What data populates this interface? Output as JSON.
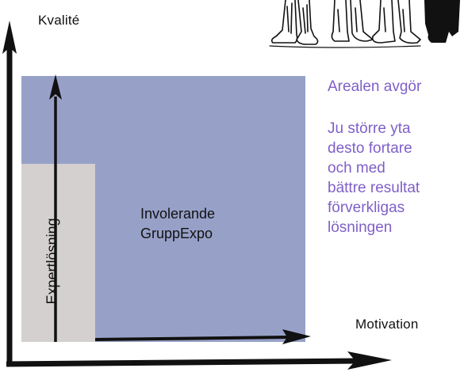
{
  "diagram": {
    "y_axis_label": "Kvalité",
    "x_axis_label": "Motivation",
    "expert_label": "Expertlösning",
    "group_label_lines": [
      "Involerande",
      "GruppExpo"
    ],
    "headline": "Arealen avgör",
    "body_lines": [
      "Ju större yta",
      "desto fortare",
      "och med",
      "bättre resultat",
      "förverkligas",
      "lösningen"
    ],
    "colors": {
      "group_area": "#97a1c8",
      "expert_area": "#d3d0cf",
      "accent_text": "#7f5fc8",
      "axis": "#111111"
    },
    "illustration": "people-feet-sketch"
  }
}
